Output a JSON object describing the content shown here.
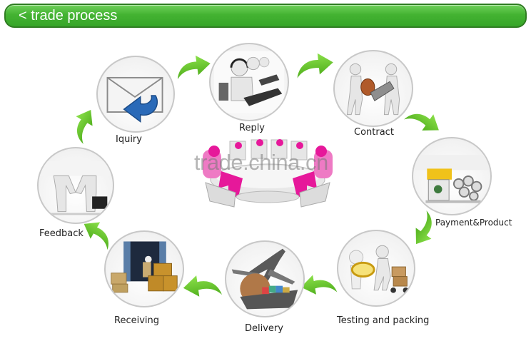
{
  "header": {
    "title": "< trade process",
    "color": "#44b332"
  },
  "steps": [
    {
      "id": "inquiry",
      "label": "Iquiry",
      "icon": "envelope-reply-icon"
    },
    {
      "id": "reply",
      "label": "Reply",
      "icon": "call-center-icon"
    },
    {
      "id": "contract",
      "label": "Contract",
      "icon": "contract-handover-icon"
    },
    {
      "id": "payment",
      "label": "Payment&Product",
      "icon": "production-machine-icon"
    },
    {
      "id": "testing",
      "label": "Testing and packing",
      "icon": "inspection-cart-icon"
    },
    {
      "id": "delivery",
      "label": "Delivery",
      "icon": "plane-ship-globe-icon"
    },
    {
      "id": "receiving",
      "label": "Receiving",
      "icon": "container-boxes-icon"
    },
    {
      "id": "feedback",
      "label": "Feedback",
      "icon": "handshake-icon"
    }
  ],
  "center": {
    "icon": "meeting-table-icon",
    "watermark": "trade.china.cn"
  },
  "colors": {
    "arrow": "#6cc92a",
    "arrow_dark": "#4fa81c",
    "circle_border": "#c8c8c8",
    "accent_pink": "#e6189a"
  }
}
